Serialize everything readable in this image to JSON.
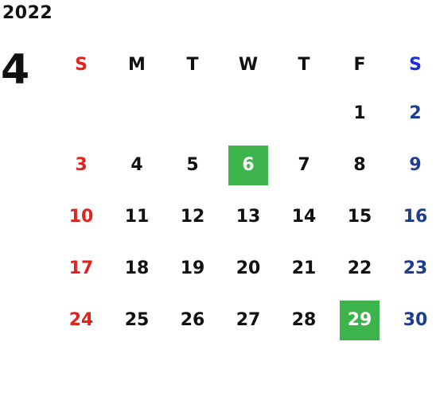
{
  "calendar": {
    "year": "2022",
    "month": "4",
    "weekdays": [
      "S",
      "M",
      "T",
      "W",
      "T",
      "F",
      "S"
    ],
    "days": [
      "",
      "",
      "",
      "",
      "",
      "1",
      "2",
      "3",
      "4",
      "5",
      "6",
      "7",
      "8",
      "9",
      "10",
      "11",
      "12",
      "13",
      "14",
      "15",
      "16",
      "17",
      "18",
      "19",
      "20",
      "21",
      "22",
      "23",
      "24",
      "25",
      "26",
      "27",
      "28",
      "29",
      "30"
    ],
    "highlighted": [
      "6",
      "29"
    ],
    "colors": {
      "sunday": "#e0231f",
      "saturday_header": "#1b2fd6",
      "saturday": "#1f3d8f",
      "highlight": "#3cb44b"
    }
  }
}
